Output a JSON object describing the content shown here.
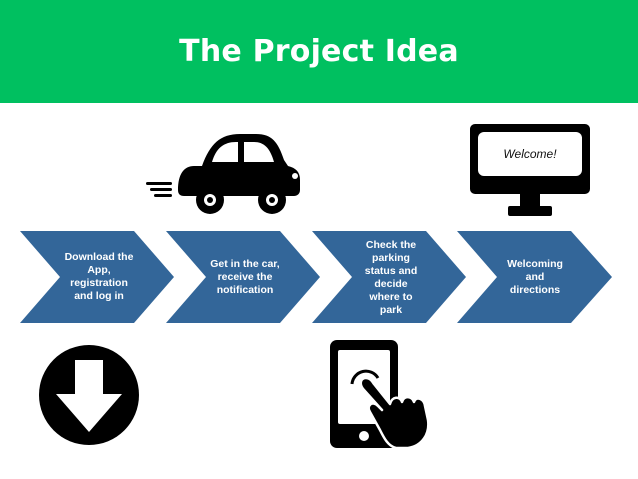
{
  "title": "The Project Idea",
  "colors": {
    "banner": "#00c060",
    "chevron": "#336699",
    "icon": "#000000",
    "text_on_chevron": "#ffffff"
  },
  "steps": [
    {
      "label": "Download the App, registration and log in",
      "icon": "download-icon"
    },
    {
      "label": "Get in the car, receive the notification",
      "icon": "car-icon"
    },
    {
      "label": "Check the parking status and decide where to park",
      "icon": "phone-tap-icon"
    },
    {
      "label": "Welcoming and directions",
      "icon": "monitor-icon"
    }
  ],
  "monitor": {
    "screen_text": "Welcome!"
  }
}
